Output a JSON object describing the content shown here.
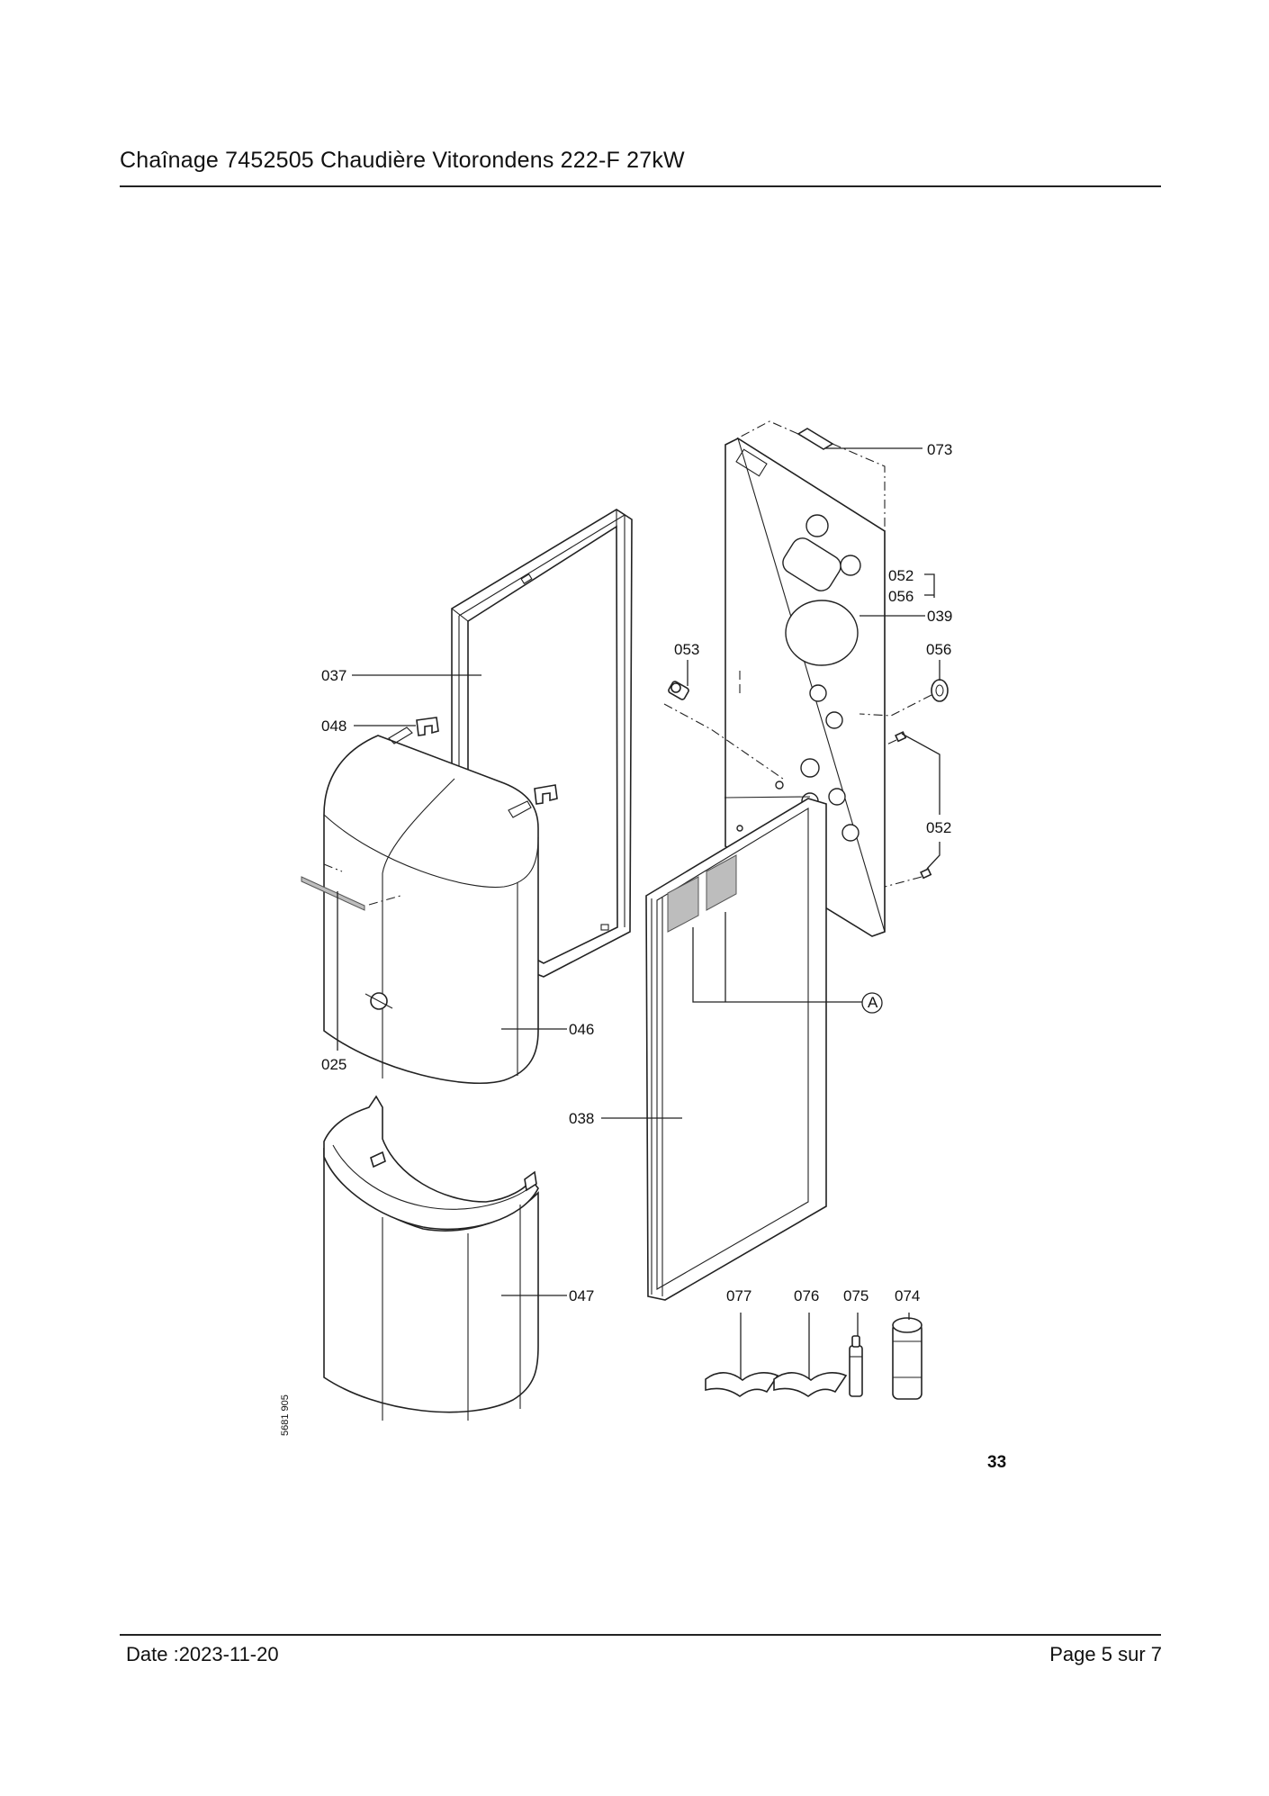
{
  "header": {
    "title": "Chaînage 7452505 Chaudière Vitorondens 222-F 27kW"
  },
  "diagram": {
    "callouts": {
      "p073": "073",
      "p052a": "052",
      "p056a": "056",
      "p039": "039",
      "p053": "053",
      "p056b": "056",
      "p037": "037",
      "p048": "048",
      "p052b": "052",
      "pA": "A",
      "p046": "046",
      "p025": "025",
      "p038": "038",
      "p047": "047",
      "p077": "077",
      "p076": "076",
      "p075": "075",
      "p074": "074"
    },
    "figure_number": "33",
    "document_number": "5681 905"
  },
  "footer": {
    "date": "Date :2023-11-20",
    "page": "Page 5 sur  7"
  }
}
